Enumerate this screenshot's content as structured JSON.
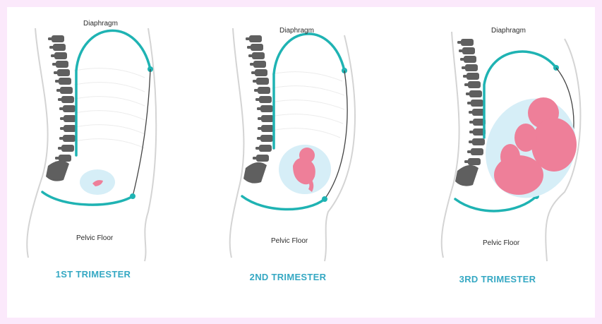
{
  "colors": {
    "frame": "#fbe9fb",
    "muscle": "#1fb3b3",
    "spine": "#5f5f5f",
    "body_outline": "#cfcfcf",
    "fetus": "#ee7f99",
    "amniotic_sac": "#d6eef7",
    "title": "#35a8c3"
  },
  "panels": [
    {
      "diaphragm_label": "Diaphragm",
      "pelvic_floor_label": "Pelvic Floor",
      "trimester": "1ST TRIMESTER"
    },
    {
      "diaphragm_label": "Diaphragm",
      "pelvic_floor_label": "Pelvic Floor",
      "trimester": "2ND TRIMESTER"
    },
    {
      "diaphragm_label": "Diaphragm",
      "pelvic_floor_label": "Pelvic Floor",
      "trimester": "3RD TRIMESTER"
    }
  ]
}
